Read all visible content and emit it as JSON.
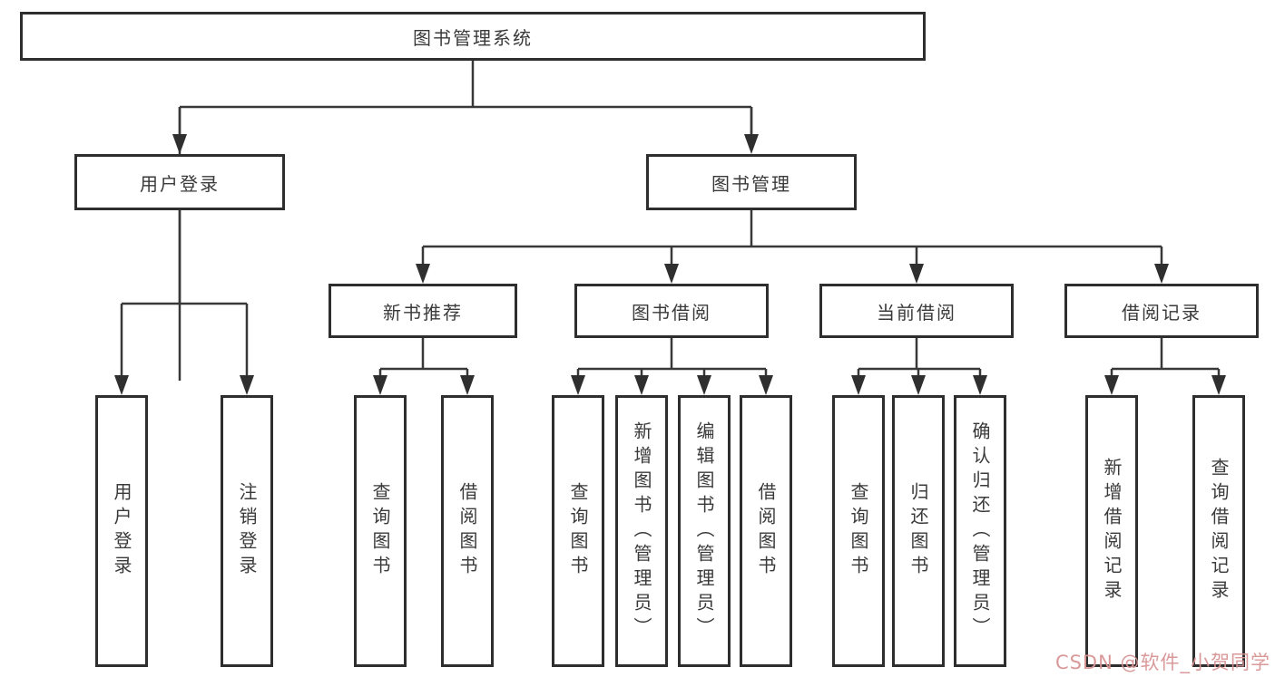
{
  "tree": {
    "root": "图书管理系统",
    "login_branch": {
      "label": "用户登录",
      "children": [
        "用户登录",
        "注销登录"
      ]
    },
    "mgmt_branch": {
      "label": "图书管理",
      "groups": [
        {
          "label": "新书推荐",
          "children": [
            "查询图书",
            "借阅图书"
          ]
        },
        {
          "label": "图书借阅",
          "children": [
            "查询图书",
            "新增图书（管理员）",
            "编辑图书（管理员）",
            "借阅图书"
          ]
        },
        {
          "label": "当前借阅",
          "children": [
            "查询图书",
            "归还图书",
            "确认归还（管理员）"
          ]
        },
        {
          "label": "借阅记录",
          "children": [
            "新增借阅记录",
            "查询借阅记录"
          ]
        }
      ]
    }
  },
  "watermark": {
    "text": "CSDN @软件_小贺同学"
  },
  "colors": {
    "line": "#383838",
    "box_border": "#2e2e2e",
    "text": "#3a3a3a",
    "watermark": "#d89494",
    "background": "#ffffff"
  }
}
